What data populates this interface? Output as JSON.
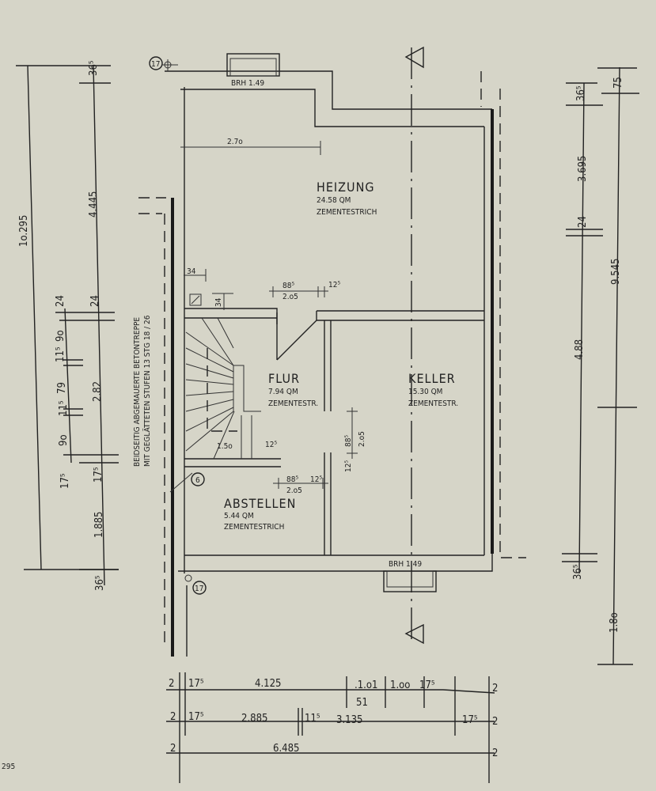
{
  "rooms": {
    "heizung": {
      "name": "HEIZUNG",
      "area": "24.58 QM",
      "floor": "ZEMENTESTRICH"
    },
    "flur": {
      "name": "FLUR",
      "area": "7.94 QM",
      "floor": "ZEMENTESTR."
    },
    "keller": {
      "name": "KELLER",
      "area": "15.30 QM",
      "floor": "ZEMENTESTR."
    },
    "abstellen": {
      "name": "ABSTELLEN",
      "area": "5.44 QM",
      "floor": "ZEMENTESTRICH"
    }
  },
  "windows": {
    "top": "BRH 1.49",
    "bottom": "BRH 1.49"
  },
  "stair_note": {
    "line1": "BEIDSEITIG ABGEMAUERTE BETONTREPPE",
    "line2": "MIT GEGLÄTTETEN STUFEN  13 STG 18 / 26"
  },
  "axis_markers": {
    "top_left": "17",
    "bottom_left": "17",
    "stair": "6"
  },
  "dims_left": {
    "total": "1o.295",
    "outer": [
      "36⁵",
      "4.445",
      "24",
      "2.82",
      "17⁵",
      "1.885",
      "36⁵"
    ],
    "inner": [
      "24",
      "9o",
      "11⁵",
      "79",
      "11⁵",
      "9o",
      "17⁵"
    ]
  },
  "dims_right": {
    "inner": [
      "36⁵",
      "3.695",
      "24",
      "4.88",
      "36⁵"
    ],
    "outer": [
      "75",
      "9.545",
      "1.8o"
    ]
  },
  "dims_bottom": {
    "row1": [
      "2",
      "17⁵",
      "4.125",
      ".1.o1",
      "51",
      "1.oo",
      "17⁵",
      "2"
    ],
    "row2": [
      "2",
      "17⁵",
      "2.885",
      "11⁵",
      "3.135",
      "17⁵",
      "2"
    ],
    "row3": [
      "2",
      "6.485",
      "2"
    ]
  },
  "dims_interior": {
    "heizung_width": "2.7o",
    "stair_34a": "34",
    "stair_34b": "34",
    "door_flur_top_a": "88⁵",
    "door_flur_top_b": "2.o5",
    "door_flur_top_c": "12⁵",
    "stair_150": "1.5o",
    "stair_125": "12⁵",
    "door_abst_a": "88⁵",
    "door_abst_b": "2.o5",
    "door_abst_c": "12⁵",
    "door_keller_a": "88⁵",
    "door_keller_b": "2.o5",
    "door_keller_c": "12⁵"
  },
  "page_mark": "295"
}
